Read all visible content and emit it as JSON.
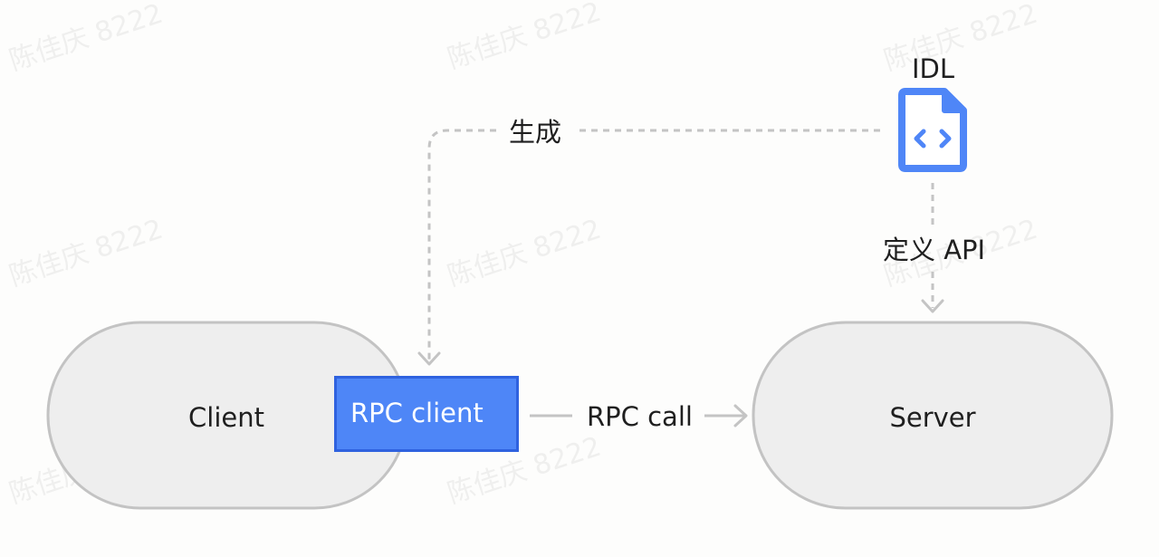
{
  "nodes": {
    "client": "Client",
    "rpc_client": "RPC client",
    "server": "Server",
    "idl": "IDL"
  },
  "edges": {
    "generate": "生成",
    "define_api": "定义 API",
    "rpc_call": "RPC call"
  },
  "watermark": "陈佳庆 8222",
  "colors": {
    "node_fill": "#eeeeee",
    "node_stroke": "#c3c3c3",
    "accent_fill": "#4e86f7",
    "accent_stroke": "#2f62df",
    "icon": "#4f86f7",
    "connector": "#c4c4c4"
  }
}
